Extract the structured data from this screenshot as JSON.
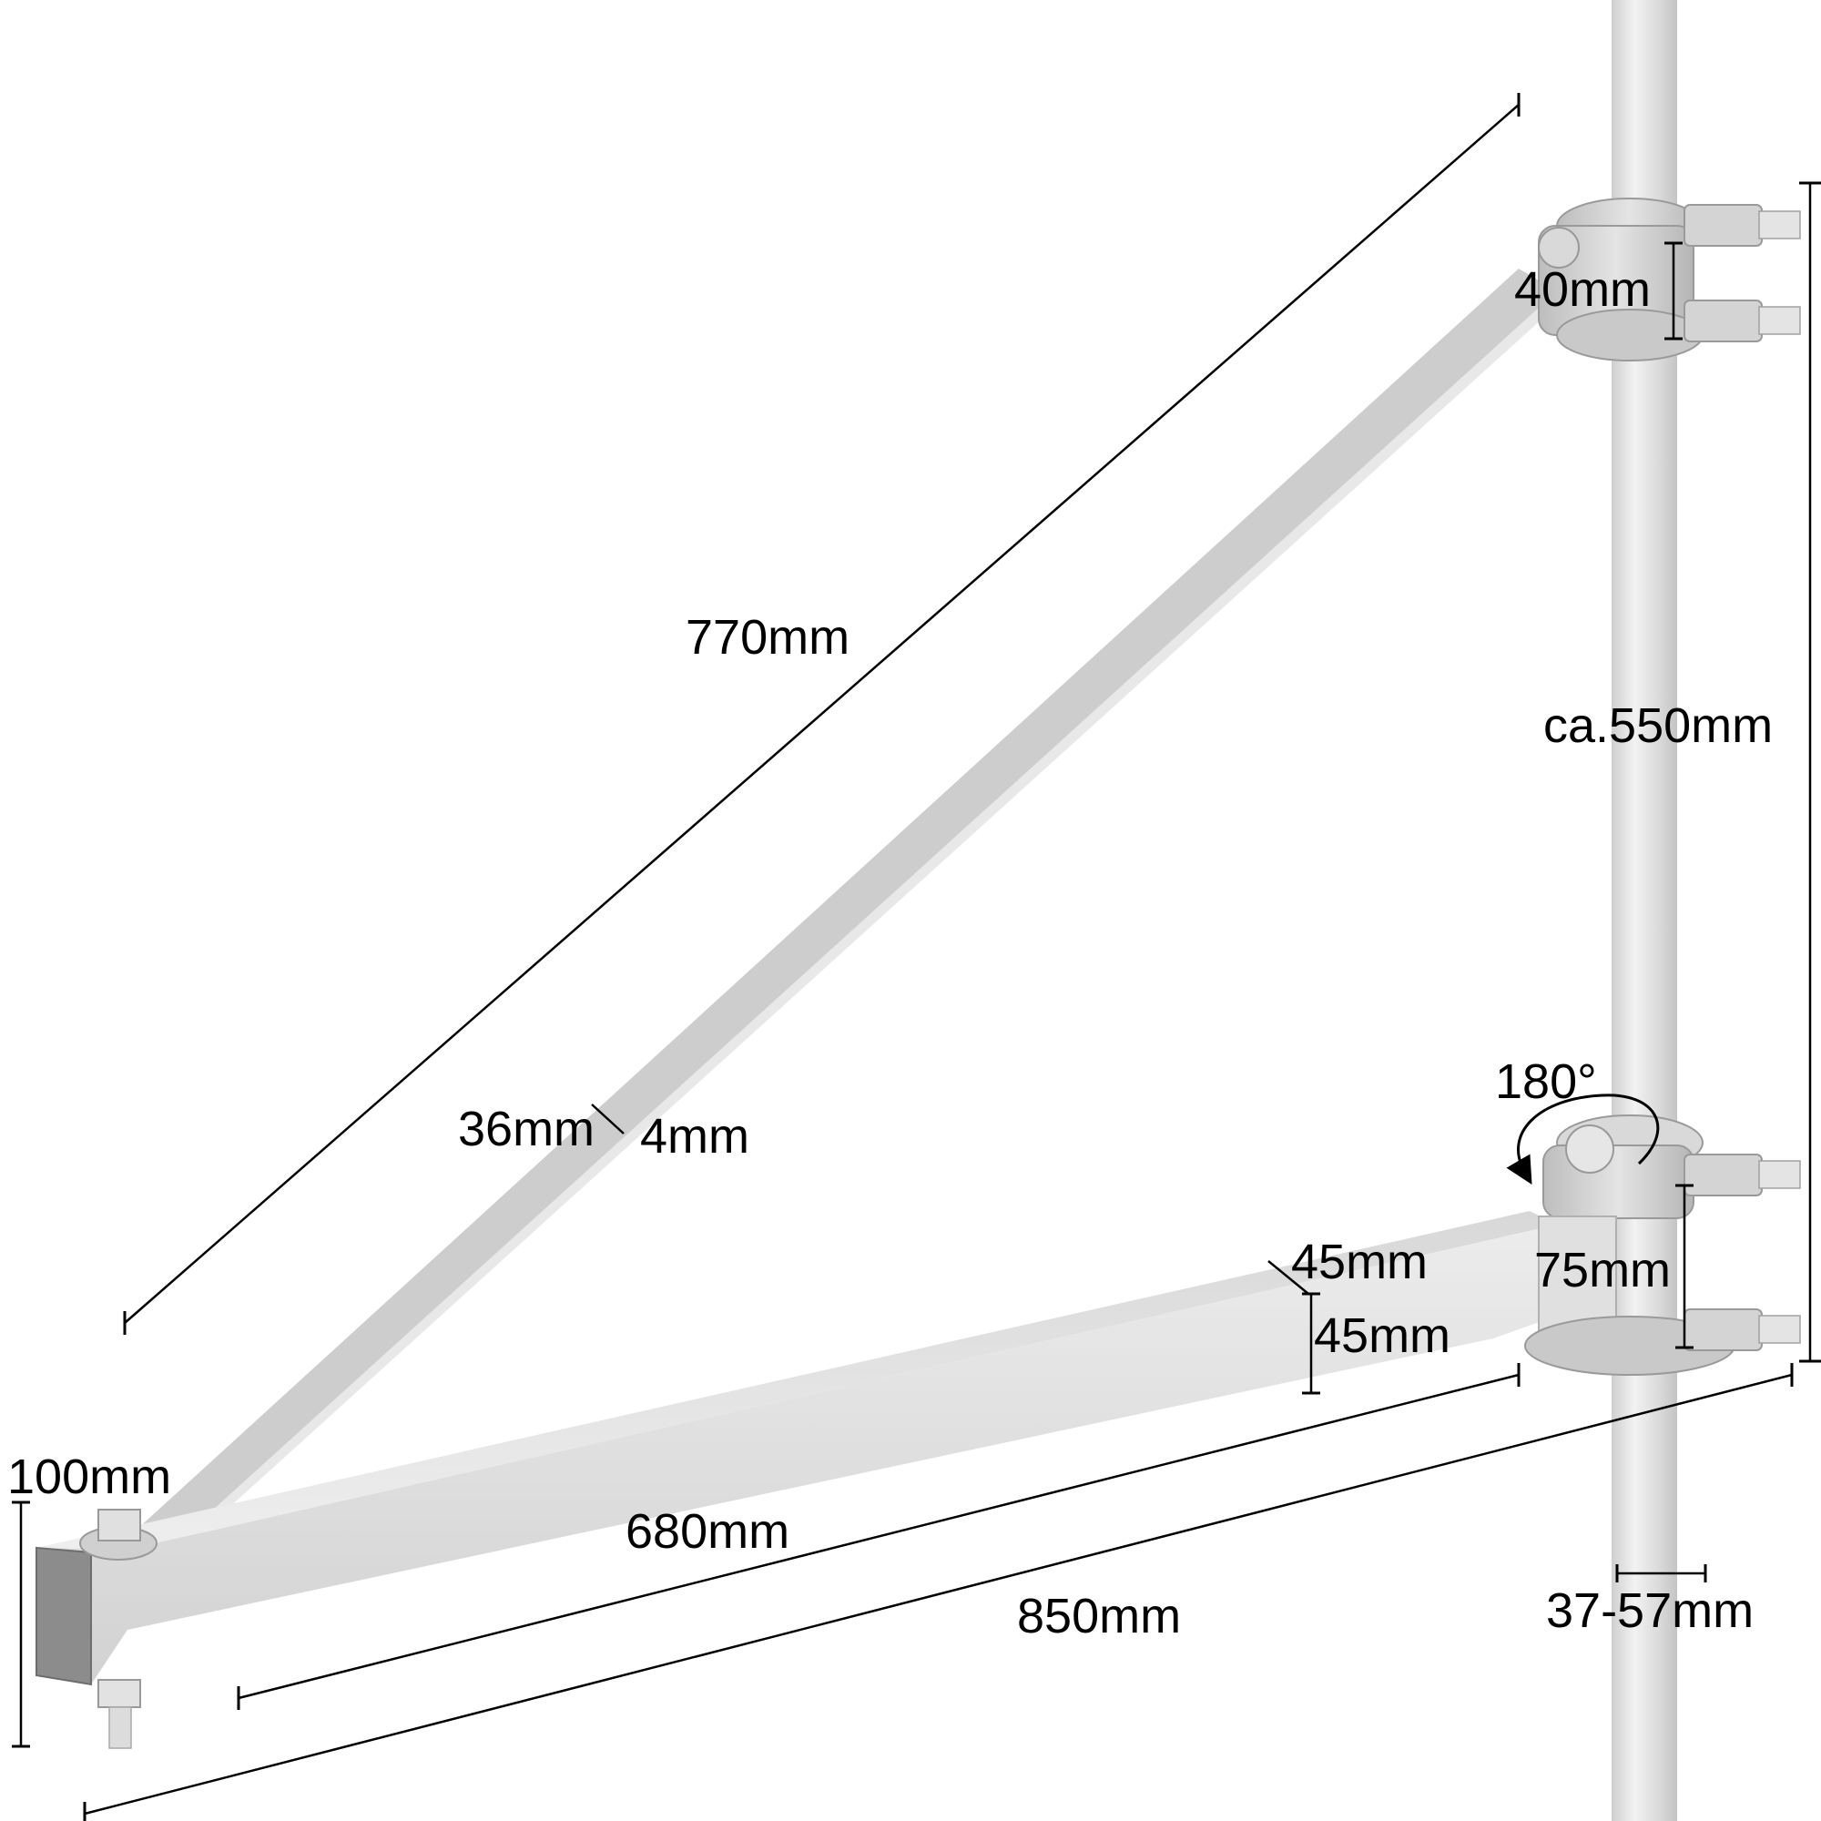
{
  "diagram": {
    "subject": "Pole-mounted swing arm bracket with diagonal brace",
    "colors": {
      "background": "#ffffff",
      "metal_light": "#e6e6e6",
      "metal_mid": "#cfcfcf",
      "metal_dark": "#a9a9a9",
      "end_cap": "#8c8c8c",
      "pole": "#e2e2e2",
      "line": "#000000"
    },
    "labels": {
      "brace_length": "770mm",
      "pole_span": "ca.550mm",
      "top_clamp_height": "40mm",
      "rotation": "180°",
      "brace_width": "36mm",
      "brace_thickness": "4mm",
      "arm_width": "45mm",
      "arm_height": "45mm",
      "bottom_clamp_height": "75mm",
      "end_height": "100mm",
      "arm_length": "680mm",
      "total_length": "850mm",
      "pole_diameter": "37-57mm"
    },
    "parts": [
      {
        "name": "vertical-pole"
      },
      {
        "name": "top-clamp"
      },
      {
        "name": "bottom-clamp"
      },
      {
        "name": "diagonal-brace"
      },
      {
        "name": "square-tube-arm"
      },
      {
        "name": "end-bolt"
      }
    ]
  }
}
